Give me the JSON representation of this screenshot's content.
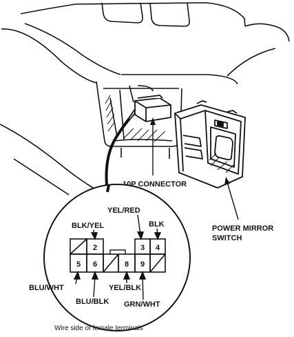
{
  "labels": {
    "connector": "10P CONNECTOR",
    "switch_line1": "POWER MIRROR",
    "switch_line2": "SWITCH",
    "yel_red": "YEL/RED",
    "blk_yel": "BLK/YEL",
    "blk": "BLK",
    "blu_wht": "BLU/WHT",
    "yel_blk": "YEL/BLK",
    "blu_blk": "BLU/BLK",
    "grn_wht": "GRN/WHT",
    "caption": "Wire side of female terminals"
  },
  "pins": {
    "p2": "2",
    "p3": "3",
    "p4": "4",
    "p5": "5",
    "p6": "6",
    "p8": "8",
    "p9": "9"
  }
}
